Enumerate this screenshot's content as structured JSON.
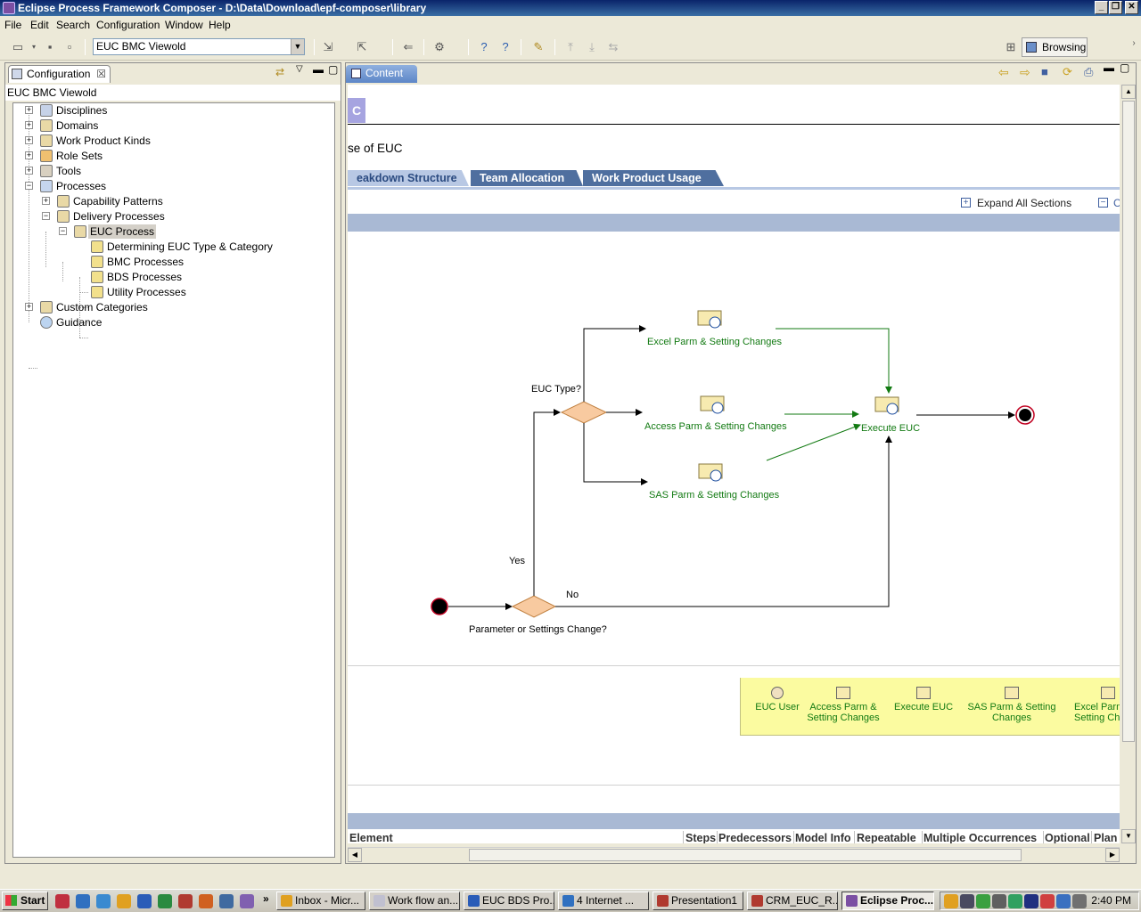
{
  "window": {
    "title": "Eclipse Process Framework Composer - D:\\Data\\Download\\epf-composer\\library",
    "minimize": "_",
    "maximize": "❐",
    "close": "✕"
  },
  "menu": [
    "File",
    "Edit",
    "Search",
    "Configuration",
    "Window",
    "Help"
  ],
  "toolbar": {
    "config_combo_value": "EUC BMC Viewold",
    "perspective_label": "Browsing"
  },
  "left_panel": {
    "tab_label": "Configuration",
    "tab_close": "☒",
    "header": "EUC BMC Viewold",
    "tree": [
      {
        "label": "Disciplines",
        "exp": "+"
      },
      {
        "label": "Domains",
        "exp": "+"
      },
      {
        "label": "Work Product Kinds",
        "exp": "+"
      },
      {
        "label": "Role Sets",
        "exp": "+"
      },
      {
        "label": "Tools",
        "exp": "+"
      },
      {
        "label": "Processes",
        "exp": "−"
      },
      {
        "label": "Capability Patterns",
        "exp": "+"
      },
      {
        "label": "Delivery Processes",
        "exp": "−"
      },
      {
        "label": "EUC Process",
        "exp": "−"
      },
      {
        "label": "Determining EUC Type & Category",
        "exp": ""
      },
      {
        "label": "BMC Processes",
        "exp": ""
      },
      {
        "label": "BDS Processes",
        "exp": ""
      },
      {
        "label": "Utility Processes",
        "exp": ""
      },
      {
        "label": "Custom Categories",
        "exp": "+"
      },
      {
        "label": "Guidance",
        "exp": ""
      }
    ]
  },
  "right_panel": {
    "tab_label": "Content",
    "banner_fragment": "C",
    "heading_fragment": "se of EUC",
    "tabs": [
      "eakdown Structure",
      "Team Allocation",
      "Work Product Usage"
    ],
    "expand_all": "Expand All Sections",
    "diagram": {
      "decision_type": "EUC Type?",
      "decision_change": "Parameter or Settings Change?",
      "yes": "Yes",
      "no": "No",
      "activity_excel": "Excel Parm & Setting Changes",
      "activity_access": "Access Parm & Setting Changes",
      "activity_sas": "SAS Parm & Setting Changes",
      "activity_execute": "Execute EUC"
    },
    "detail_diagram": {
      "items": [
        {
          "line1": "EUC User",
          "line2": ""
        },
        {
          "line1": "Access Parm &",
          "line2": "Setting Changes"
        },
        {
          "line1": "Execute EUC",
          "line2": ""
        },
        {
          "line1": "SAS Parm & Setting",
          "line2": "Changes"
        },
        {
          "line1": "Excel Parm",
          "line2": "Setting Ch"
        }
      ]
    },
    "table_columns": [
      "Element",
      "Steps",
      "Predecessors",
      "Model Info",
      "Repeatable",
      "Multiple Occurrences",
      "Optional",
      "Plan"
    ]
  },
  "taskbar": {
    "start": "Start",
    "overflow": "»",
    "tasks": [
      "Inbox - Micr...",
      "Work flow an...",
      "EUC BDS Pro...",
      "4 Internet ...",
      "Presentation1",
      "CRM_EUC_R...",
      "Eclipse Proc..."
    ],
    "clock": "2:40 PM"
  },
  "colors": {
    "title_bar": "#0a246a",
    "tab_active": "#5d86c7",
    "nav_tab": "#4f6f9f",
    "flow_green": "#127a12",
    "decision_fill": "#f8caa0",
    "detail_bg": "#fbfba0",
    "section_bar": "#a9b9d4"
  }
}
